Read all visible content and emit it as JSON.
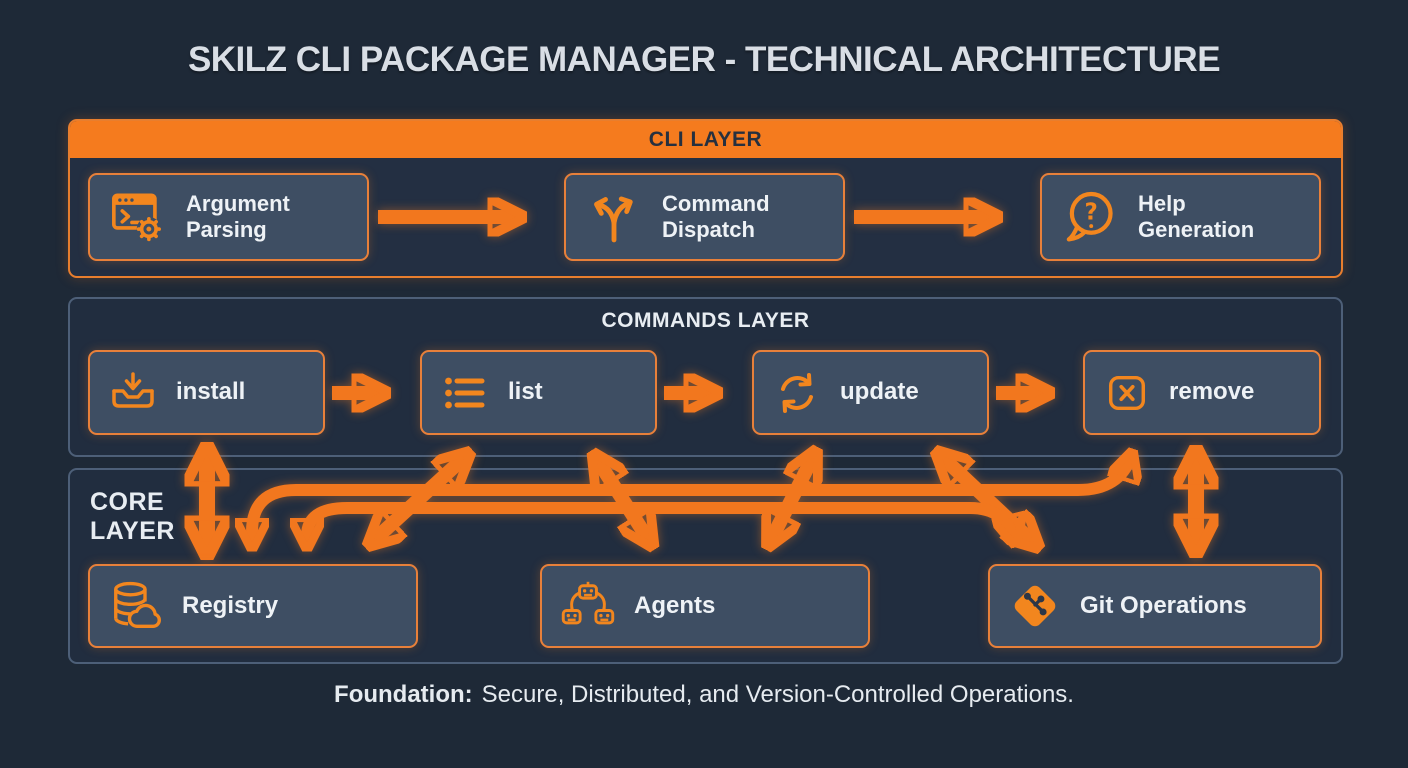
{
  "title": "SKILZ CLI PACKAGE MANAGER - TECHNICAL ARCHITECTURE",
  "layers": {
    "cli": {
      "label": "CLI LAYER",
      "nodes": [
        {
          "label": "Argument Parsing",
          "icon": "terminal-gear-icon"
        },
        {
          "label": "Command Dispatch",
          "icon": "branch-arrows-icon"
        },
        {
          "label": "Help Generation",
          "icon": "help-bubble-icon"
        }
      ]
    },
    "commands": {
      "label": "COMMANDS LAYER",
      "nodes": [
        {
          "label": "install",
          "icon": "download-tray-icon"
        },
        {
          "label": "list",
          "icon": "list-icon"
        },
        {
          "label": "update",
          "icon": "refresh-icon"
        },
        {
          "label": "remove",
          "icon": "remove-x-icon"
        }
      ]
    },
    "core": {
      "label": "CORE LAYER",
      "nodes": [
        {
          "label": "Registry",
          "icon": "database-cloud-icon"
        },
        {
          "label": "Agents",
          "icon": "robots-icon"
        },
        {
          "label": "Git Operations",
          "icon": "git-icon"
        }
      ]
    }
  },
  "footer": {
    "prefix": "Foundation:",
    "rest": "Secure, Distributed, and Version-Controlled Operations."
  },
  "colors": {
    "background": "#1e2937",
    "accent_orange": "#f2771e",
    "node_fill": "#3e4e63",
    "node_border": "#e8803a",
    "container_border": "#4d5f78",
    "header_bar": "#f57b1e",
    "title_text": "#d9dee5"
  }
}
